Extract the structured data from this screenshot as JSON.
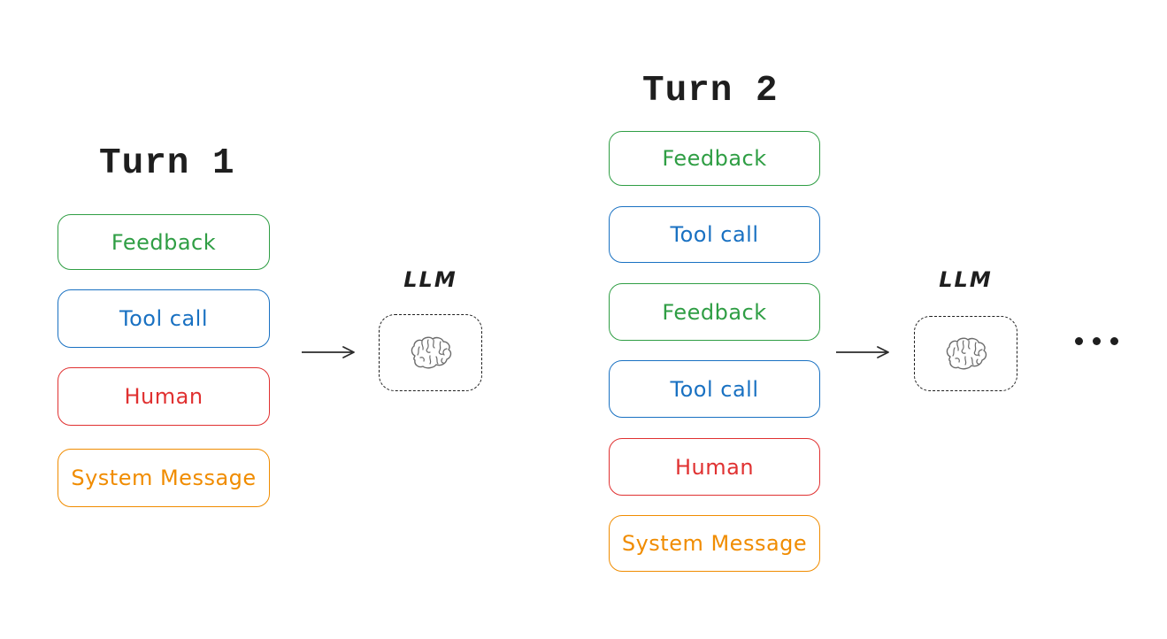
{
  "diagram": {
    "turn1": {
      "title": "Turn 1",
      "messages": [
        {
          "label": "Feedback",
          "type": "feedback"
        },
        {
          "label": "Tool call",
          "type": "tool-call"
        },
        {
          "label": "Human",
          "type": "human"
        },
        {
          "label": "System Message",
          "type": "system-message"
        }
      ]
    },
    "turn2": {
      "title": "Turn 2",
      "messages": [
        {
          "label": "Feedback",
          "type": "feedback"
        },
        {
          "label": "Tool call",
          "type": "tool-call"
        },
        {
          "label": "Feedback",
          "type": "feedback"
        },
        {
          "label": "Tool call",
          "type": "tool-call"
        },
        {
          "label": "Human",
          "type": "human"
        },
        {
          "label": "System Message",
          "type": "system-message"
        }
      ]
    },
    "llm_label": "LLM",
    "ellipsis": "...",
    "colors": {
      "feedback_green": "#2f9e44",
      "tool_call_blue": "#1971c2",
      "human_red": "#e03131",
      "system_orange": "#f08c00",
      "ink_black": "#1e1e1e",
      "brain_gray": "#6b6b6b"
    }
  }
}
